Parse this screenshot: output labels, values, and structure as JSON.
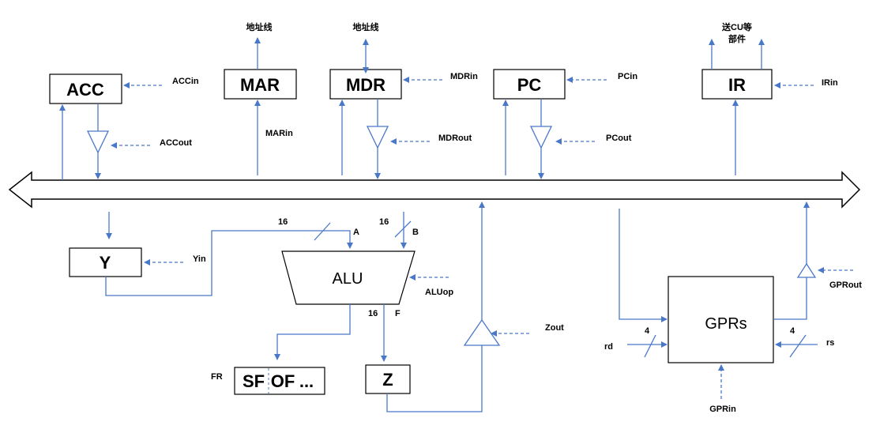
{
  "registers": {
    "acc": "ACC",
    "mar": "MAR",
    "mdr": "MDR",
    "pc": "PC",
    "ir": "IR",
    "y": "Y",
    "z": "Z"
  },
  "units": {
    "alu": "ALU",
    "gprs": "GPRs"
  },
  "flags": {
    "label": "FR",
    "sf": "SF",
    "of": "OF",
    "more": "..."
  },
  "signals": {
    "acc_in": "ACCin",
    "acc_out": "ACCout",
    "mar_in": "MARin",
    "mdr_in": "MDRin",
    "mdr_out": "MDRout",
    "pc_in": "PCin",
    "pc_out": "PCout",
    "ir_in": "IRin",
    "y_in": "Yin",
    "alu_op": "ALUop",
    "z_out": "Zout",
    "gpr_out": "GPRout",
    "gpr_in": "GPRin",
    "rd": "rd",
    "rs": "rs"
  },
  "external": {
    "mar_addr": "地址线",
    "mdr_addr": "地址线",
    "ir_line1": "送CU等",
    "ir_line2": "部件"
  },
  "ports": {
    "a": "A",
    "b": "B",
    "f": "F"
  },
  "widths": {
    "a": "16",
    "b": "16",
    "f": "16",
    "rd": "4",
    "rs": "4"
  },
  "colors": {
    "line": "#4a78c8",
    "box_stroke": "#000000"
  }
}
